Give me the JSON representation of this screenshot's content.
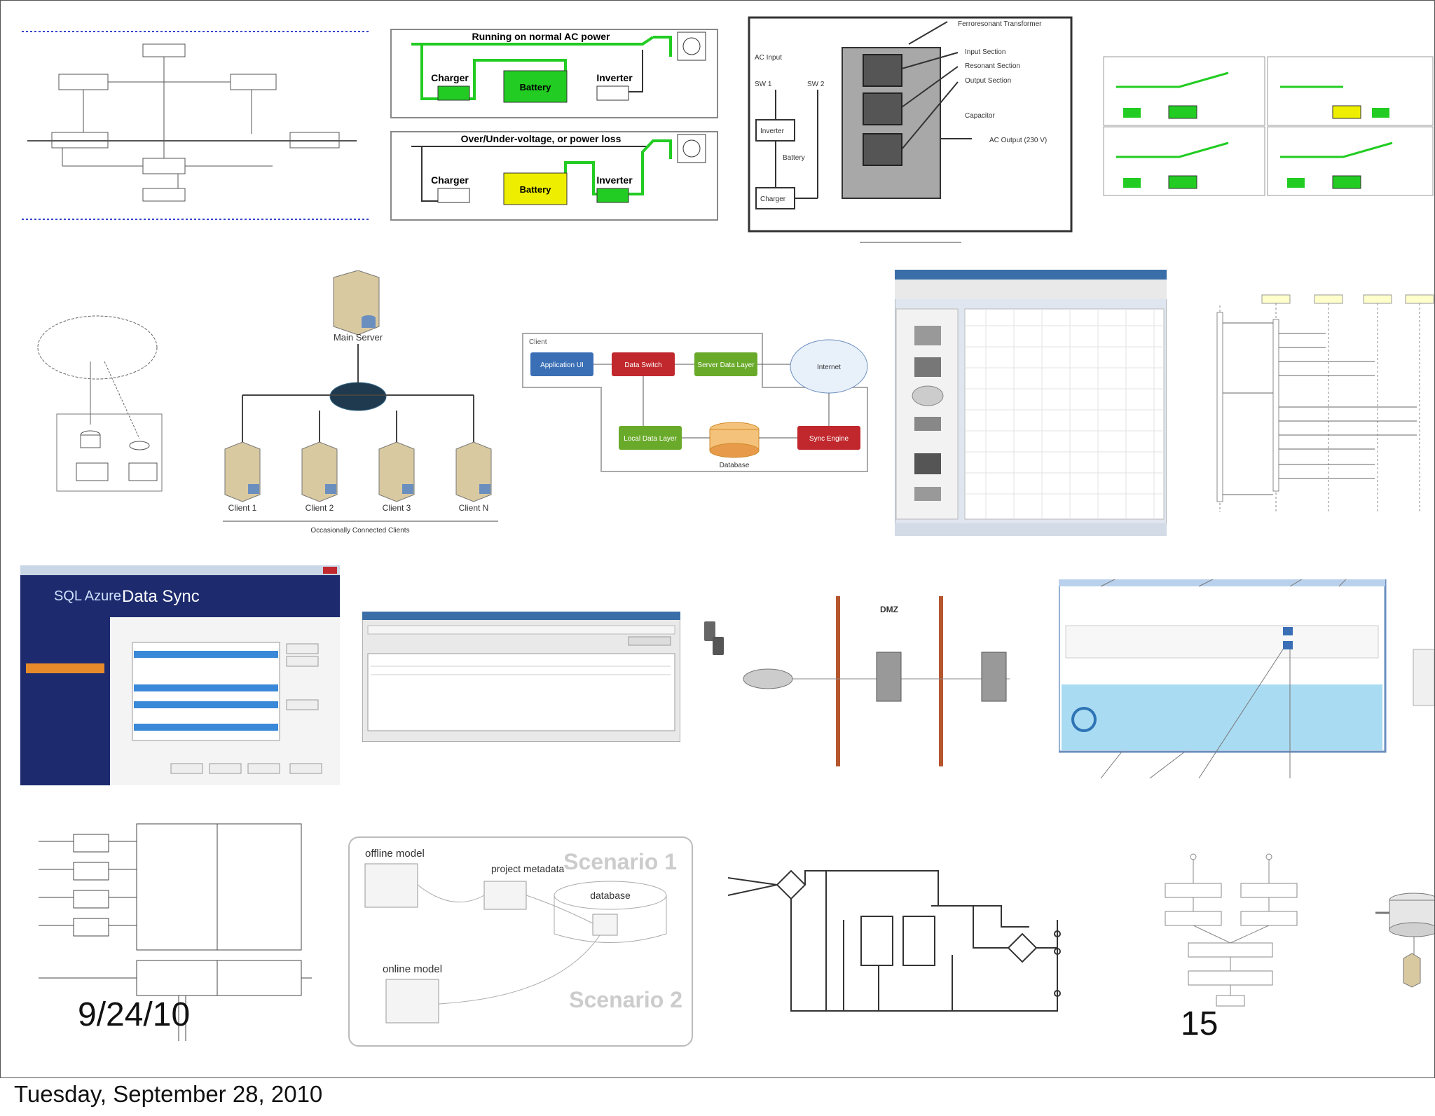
{
  "slide": {
    "date_label": "9/24/10",
    "page_number": "15",
    "footer_date": "Tuesday, September 28, 2010"
  },
  "ups_panel_top": {
    "title": "Running on normal AC power",
    "charger": "Charger",
    "battery": "Battery",
    "inverter": "Inverter"
  },
  "ups_panel_bottom": {
    "title": "Over/Under-voltage, or power loss",
    "charger": "Charger",
    "battery": "Battery",
    "inverter": "Inverter"
  },
  "ferro_diagram": {
    "labels": [
      "Ferroresonant Transformer",
      "Input Section",
      "Resonant Section",
      "Output Section",
      "Capacitor",
      "AC Output (230 V)",
      "AC Input",
      "SW 1",
      "SW 2",
      "Inverter",
      "Battery",
      "Charger"
    ]
  },
  "server_diagram": {
    "main_server": "Main Server",
    "clients": [
      "Client 1",
      "Client 2",
      "Client 3",
      "Client N"
    ],
    "caption": "Occasionally Connected Clients"
  },
  "sync_flow": {
    "client": "Client",
    "app_ui": "Application UI",
    "data_switch": "Data Switch",
    "server_data_layer": "Server Data Layer",
    "internet": "Internet",
    "local_data_layer": "Local Data Layer",
    "database": "Database",
    "sync_engine": "Sync Engine"
  },
  "sql_azure": {
    "brand": "SQL Azure",
    "title": "Data Sync"
  },
  "firewall_diagram": {
    "dmz": "DMZ"
  },
  "scenario_diagram": {
    "offline_model": "offline model",
    "online_model": "online model",
    "project_metadata": "project metadata",
    "database": "database",
    "scenario1": "Scenario 1",
    "scenario2": "Scenario 2"
  },
  "colors": {
    "green": "#22cc22",
    "yellow": "#eeee00",
    "red": "#c0282d",
    "blue": "#3a6fb5",
    "lime": "#6aaa2a",
    "orange": "#e78a2a",
    "navy": "#1d2b6e",
    "firewall": "#b5562d"
  }
}
